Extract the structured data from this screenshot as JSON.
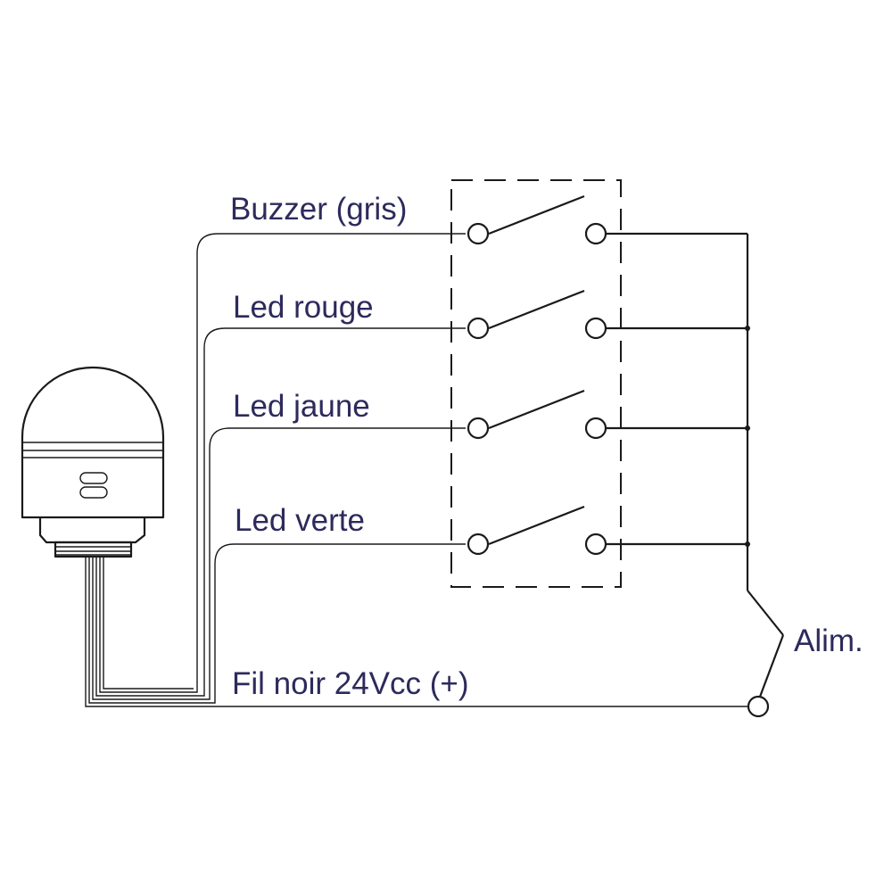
{
  "labels": {
    "buzzer": "Buzzer (gris)",
    "led_rouge": "Led rouge",
    "led_jaune": "Led jaune",
    "led_verte": "Led verte",
    "fil_noir": "Fil noir 24Vcc (+)",
    "alim": "Alim."
  }
}
